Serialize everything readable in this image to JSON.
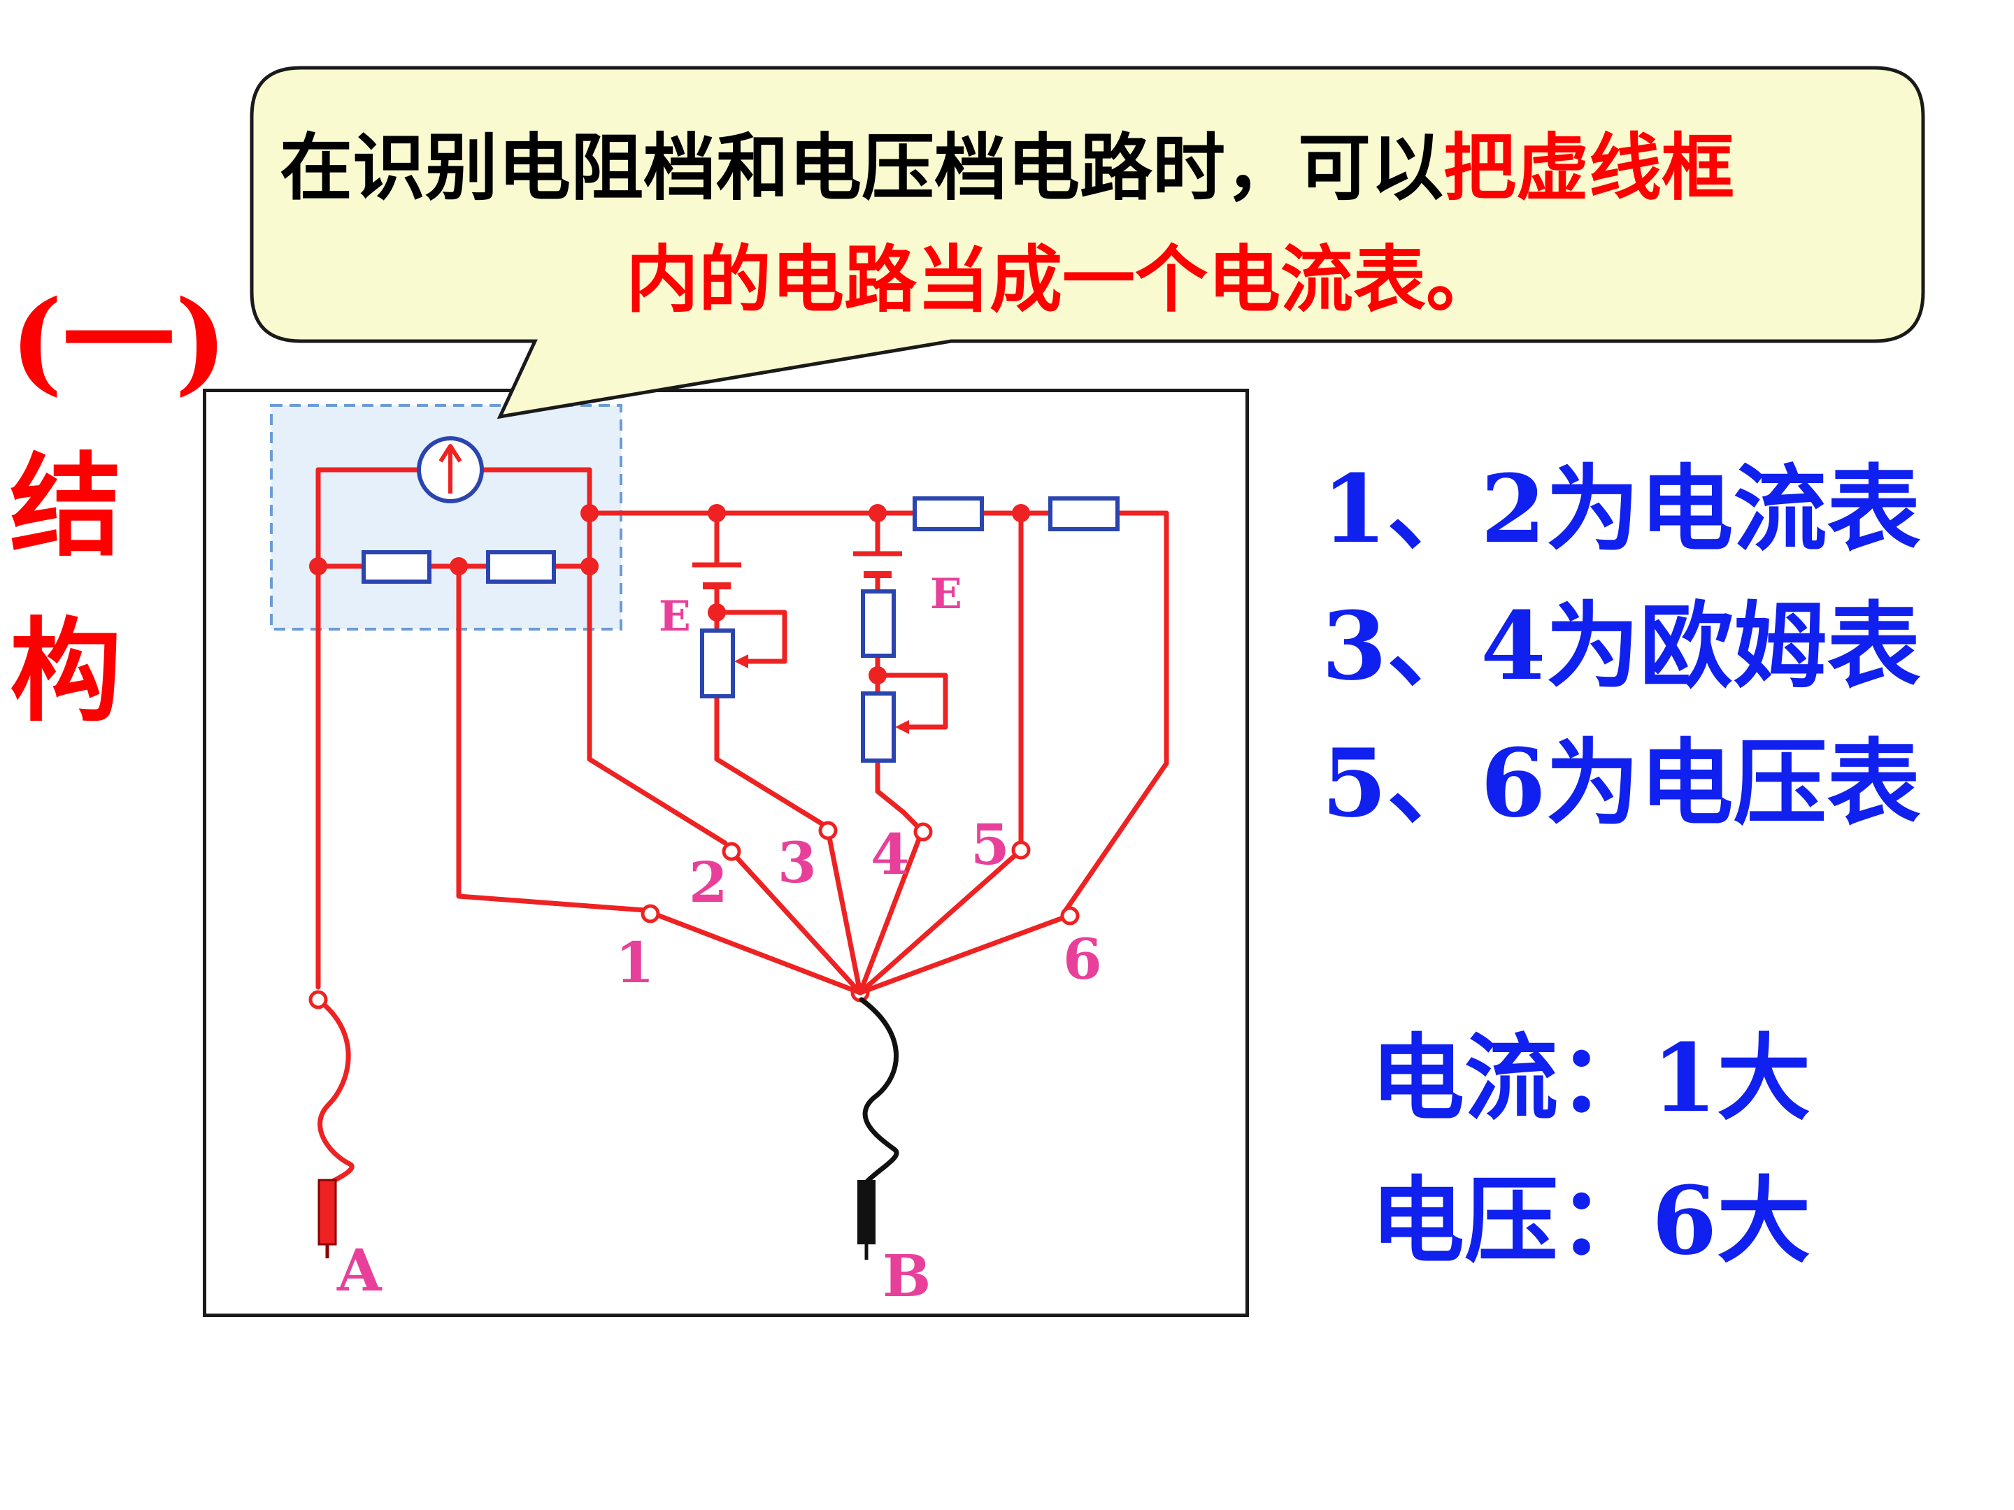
{
  "side_title": "(一)结构",
  "callout": {
    "text_black": "在识别电阻档和电压档电路时，可以",
    "text_red_1": "把虚线框",
    "text_red_2": "内的电路当成一个电流表。"
  },
  "legend": {
    "line1": "1、2为电流表",
    "line2": "3、4为欧姆表",
    "line3": "5、6为电压表"
  },
  "summary": {
    "current": "电流：1大",
    "voltage": "电压：6大"
  },
  "terminals": [
    "1",
    "2",
    "3",
    "4",
    "5",
    "6"
  ],
  "battery_label": "E",
  "probe_a": "A",
  "probe_b": "B",
  "colors": {
    "wire": "#ee2222",
    "resistor": "#2a44b0",
    "terminal_label": "#e8409a",
    "legend": "#1020ee",
    "callout_bg": "#fafad0",
    "dashed_box_fill": "#e6f0fb",
    "dashed_box_stroke": "#6c9bd6"
  }
}
